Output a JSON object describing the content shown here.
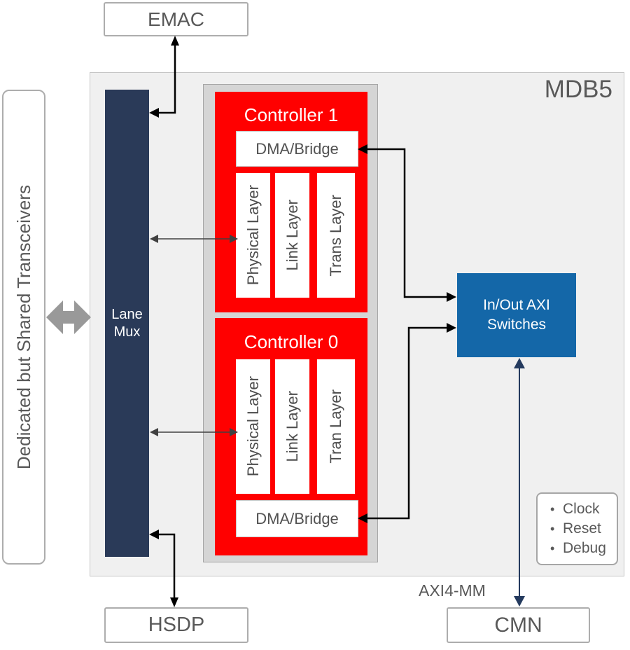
{
  "title": "MDB5",
  "external": {
    "emac": "EMAC",
    "hsdp": "HSDP",
    "cmn": "CMN",
    "transceivers": "Dedicated but Shared Transceivers"
  },
  "lane_mux": "Lane Mux",
  "controllers": [
    {
      "name": "Controller 1",
      "dma": "DMA/Bridge",
      "layers": [
        "Physical Layer",
        "Link Layer",
        "Trans Layer"
      ]
    },
    {
      "name": "Controller 0",
      "dma": "DMA/Bridge",
      "layers": [
        "Physical Layer",
        "Link Layer",
        "Tran Layer"
      ]
    }
  ],
  "axi_switches": "In/Out AXI Switches",
  "services": [
    "Clock",
    "Reset",
    "Debug"
  ],
  "bullet_glyph": "•",
  "bus_label": "AXI4-MM",
  "colors": {
    "red": "#FF0000",
    "navy": "#2A3A58",
    "blue": "#1467A8",
    "arrow_navy": "#243A5E",
    "gray_arrow": "#999999",
    "dark_line": "#404040",
    "black": "#000000",
    "text_gray": "#595959",
    "border_gray": "#ADADAD",
    "panel_bg": "#F0F0F0",
    "panel_border": "#C6C6C6",
    "inner_bg": "#D5D5D5",
    "inner_border": "#A6A6A6"
  }
}
